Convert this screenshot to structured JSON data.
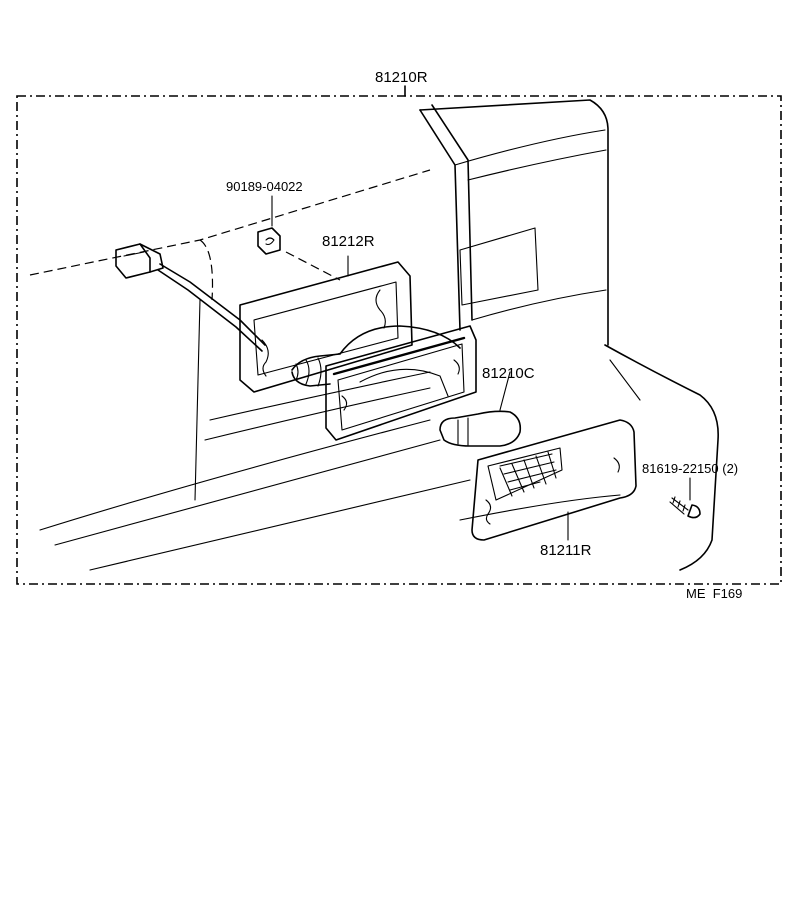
{
  "diagram": {
    "part_labels": {
      "assembly": "81210R",
      "clip": "90189-04022",
      "gasket": "81212R",
      "bulb": "81210C",
      "screw": "81619-22150 (2)",
      "lens": "81211R"
    },
    "figure_code": "ME  F169"
  }
}
